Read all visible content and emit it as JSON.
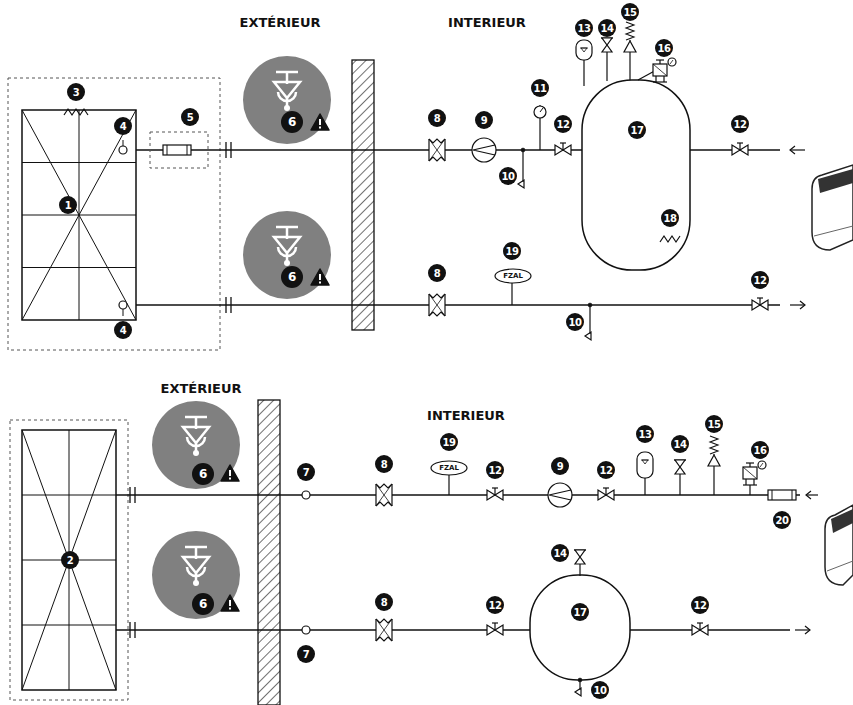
{
  "diagram": {
    "labels": [
      "EXTÉRIEUR",
      "INTERIEUR",
      "3",
      "4",
      "5",
      "1",
      "4",
      "6",
      "6",
      "8",
      "8",
      "9",
      "10",
      "11",
      "12",
      "13",
      "14",
      "15",
      "16",
      "17",
      "18",
      "12",
      "19",
      "FZAL",
      "10",
      "12",
      "EXTÉRIEUR",
      "INTERIEUR",
      "6",
      "6",
      "2",
      "7",
      "7",
      "8",
      "8",
      "19",
      "FZAL",
      "12",
      "9",
      "12",
      "13",
      "14",
      "15",
      "16",
      "20",
      "14",
      "17",
      "12",
      "12",
      "10"
    ]
  }
}
